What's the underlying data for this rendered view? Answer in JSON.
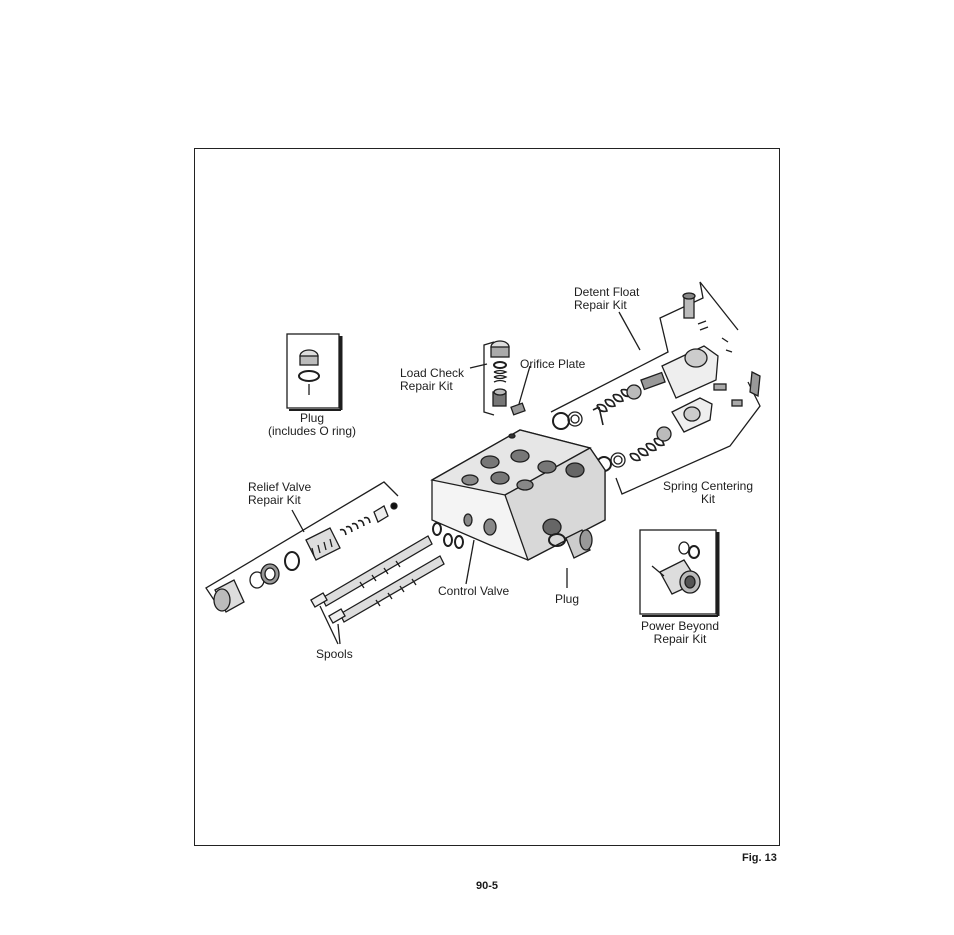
{
  "labels": {
    "detent_float": "Detent Float\nRepair Kit",
    "load_check": "Load Check\nRepair Kit",
    "orifice_plate": "Orifice Plate",
    "plug_top": "Plug\n(includes O ring)",
    "relief_valve": "Relief Valve\nRepair Kit",
    "spring_centering": "Spring Centering\nKit",
    "control_valve": "Control Valve",
    "plug_bottom": "Plug",
    "power_beyond": "Power Beyond\nRepair Kit",
    "spools": "Spools"
  },
  "figure_label": "Fig. 13",
  "page_number": "90-5"
}
